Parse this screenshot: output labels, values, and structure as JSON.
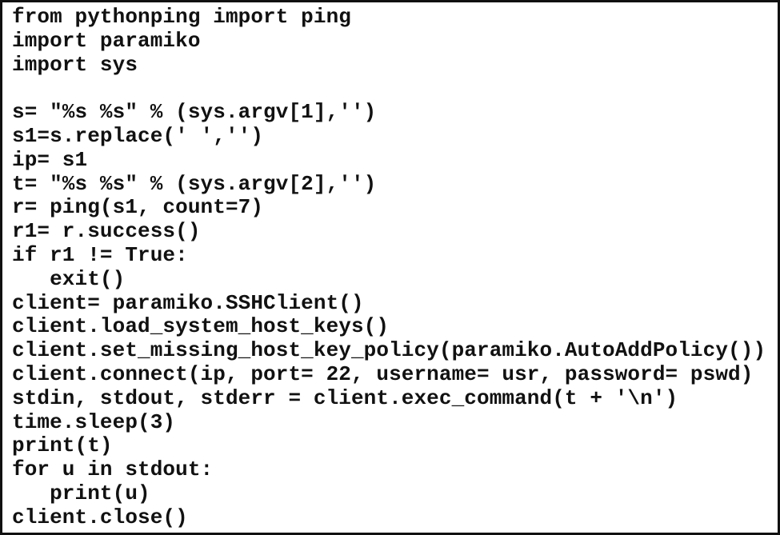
{
  "lines": [
    "from pythonping import ping",
    "import paramiko",
    "import sys",
    "",
    "s= \"%s %s\" % (sys.argv[1],'')",
    "s1=s.replace(' ','')",
    "ip= s1",
    "t= \"%s %s\" % (sys.argv[2],'')",
    "r= ping(s1, count=7)",
    "r1= r.success()",
    "if r1 != True:",
    "   exit()",
    "client= paramiko.SSHClient()",
    "client.load_system_host_keys()",
    "client.set_missing_host_key_policy(paramiko.AutoAddPolicy())",
    "client.connect(ip, port= 22, username= usr, password= pswd)",
    "stdin, stdout, stderr = client.exec_command(t + '\\n')",
    "time.sleep(3)",
    "print(t)",
    "for u in stdout:",
    "   print(u)",
    "client.close()"
  ]
}
